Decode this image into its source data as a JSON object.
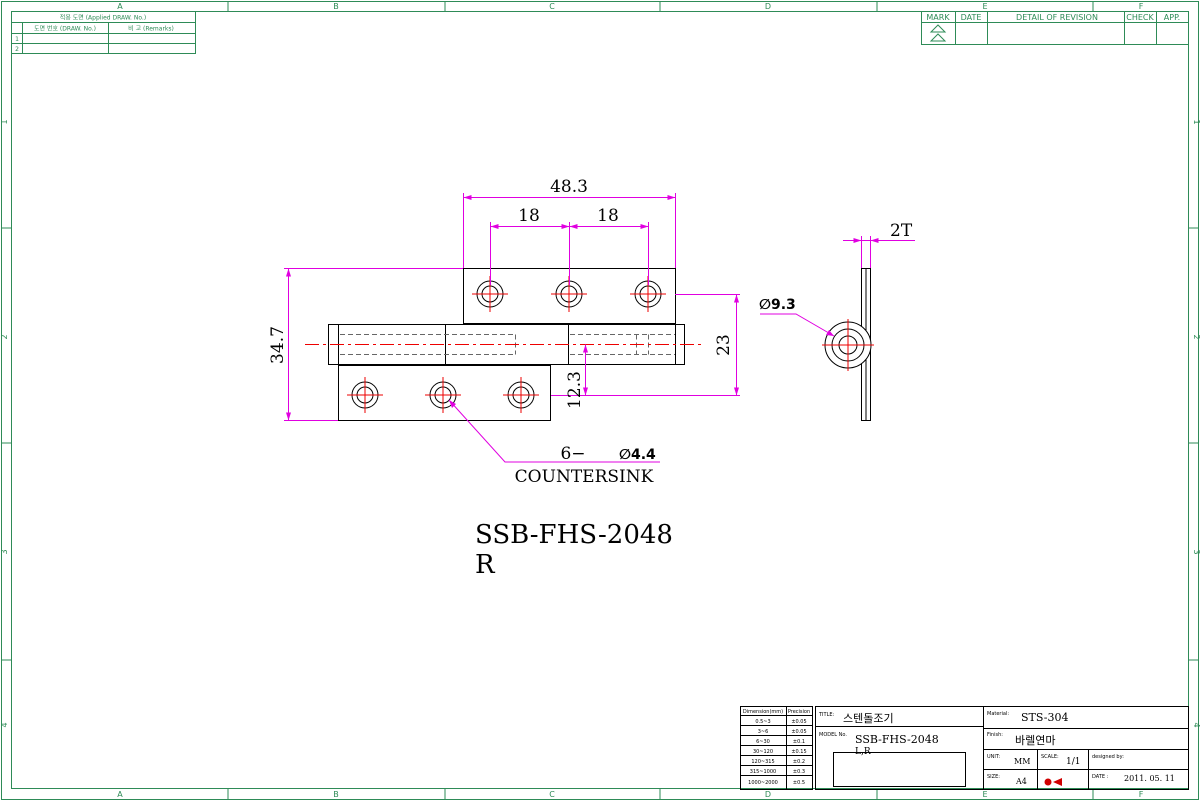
{
  "frame": {
    "col_labels": [
      "A",
      "B",
      "C",
      "D",
      "E",
      "F"
    ],
    "row_labels": [
      "1",
      "2",
      "3",
      "4"
    ]
  },
  "applied_table": {
    "header": "적용 도면 (Applied DRAW. No.)",
    "col1": "도면 번호 (DRAW. No.)",
    "col2": "비 고 (Remarks)",
    "rows": [
      "1",
      "2"
    ]
  },
  "revision_table": {
    "headers": [
      "MARK",
      "DATE",
      "DETAIL OF REVISION",
      "CHECK",
      "APP."
    ]
  },
  "dimensions": {
    "overall_width": "48.3",
    "pitch_1": "18",
    "pitch_2": "18",
    "height": "34.7",
    "offset_right": "23",
    "offset_lower": "12.3",
    "thickness": "2T",
    "pin_diameter": "∅9.3",
    "holes_qty": "6−",
    "holes_diameter": "∅4.4",
    "holes_note": "COUNTERSINK"
  },
  "part_label": {
    "line1": "SSB-FHS-2048",
    "line2": "R"
  },
  "tolerance_table": {
    "header": [
      "Dimension(mm)",
      "Precision"
    ],
    "rows": [
      [
        "0.5~3",
        "±0.05"
      ],
      [
        "3~6",
        "±0.05"
      ],
      [
        "6~30",
        "±0.1"
      ],
      [
        "30~120",
        "±0.15"
      ],
      [
        "120~315",
        "±0.2"
      ],
      [
        "315~1000",
        "±0.3"
      ],
      [
        "1000~2000",
        "±0.5"
      ]
    ]
  },
  "title_block": {
    "title_label": "TITLE:",
    "title_value": "스텐돌조기",
    "model_label": "MODEL No.",
    "model_value": "SSB-FHS-2048",
    "model_variant": "L,R",
    "material_label": "Material:",
    "material_value": "STS-304",
    "finish_label": "Finish:",
    "finish_value": "바렐연마",
    "unit_label": "UNIT:",
    "unit_value": "MM",
    "scale_label": "SCALE:",
    "scale_value": "1/1",
    "designed_label": "designed by:",
    "size_label": "SIZE:",
    "size_value": "A4",
    "date_label": "DATE :",
    "date_value": "2011. 05. 11"
  },
  "colors": {
    "frame": "#2e8b57",
    "dimension": "#e000e0",
    "centerline": "#ee0000",
    "outline": "#000000"
  }
}
